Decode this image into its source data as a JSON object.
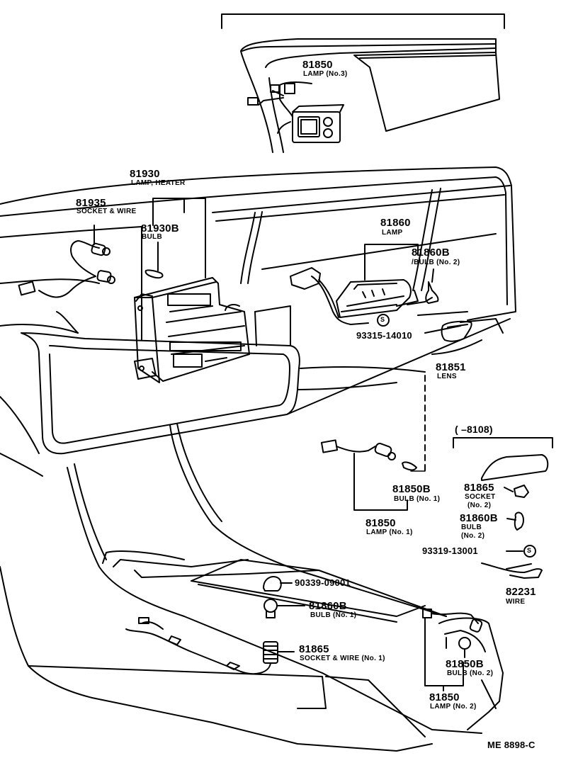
{
  "parts": {
    "p81850_top": {
      "number": "81850",
      "name": "LAMP (No.3)"
    },
    "p81930": {
      "number": "81930",
      "name": "LAMP, HEATER"
    },
    "p81935": {
      "number": "81935",
      "name": "SOCKET & WIRE"
    },
    "p81930B": {
      "number": "81930B",
      "name": "BULB"
    },
    "p81860": {
      "number": "81860",
      "name": "LAMP"
    },
    "p81860B_top": {
      "number": "81860B",
      "name": "/BULB (No. 2)"
    },
    "p93315": {
      "number": "93315-14010"
    },
    "p81851": {
      "number": "81851",
      "name": "LENS"
    },
    "p81850B_mid": {
      "number": "81850B",
      "name": "BULB (No. 1)"
    },
    "p81850_mid": {
      "number": "81850",
      "name": "LAMP (No. 1)"
    },
    "inset_range": "(      –8108)",
    "p81865_inset": {
      "number": "81865",
      "name_line1": "SOCKET",
      "name_line2": "(No. 2)"
    },
    "p81860B_inset": {
      "number": "81860B",
      "name_line1": "BULB",
      "name_line2": "(No. 2)"
    },
    "p93319": {
      "number": "93319-13001"
    },
    "p82231": {
      "number": "82231",
      "name": "WIRE"
    },
    "p90339": {
      "number": "90339-09001"
    },
    "p81860B_low": {
      "number": "81860B",
      "name": "BULB (No. 1)"
    },
    "p81865_low": {
      "number": "81865",
      "name": "SOCKET & WIRE (No. 1)"
    },
    "p81850B_low": {
      "number": "81850B",
      "name": "BULB (No. 2)"
    },
    "p81850_low": {
      "number": "81850",
      "name": "LAMP (No. 2)"
    }
  },
  "symbols": {
    "s1": "S",
    "s2": "S"
  },
  "footer": {
    "code": "ME  8898-C"
  }
}
